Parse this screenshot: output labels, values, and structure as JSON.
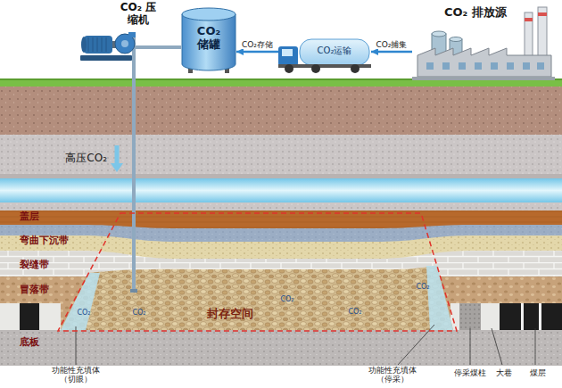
{
  "diagram": {
    "nodes": [
      {
        "text": [
          "CO₂ 压缩机"
        ]
      },
      {
        "text": [
          "CO₂ 储罐"
        ]
      },
      {
        "text": [
          "CO₂运输"
        ]
      },
      {
        "text": [
          "CO₂ 排放源"
        ]
      },
      {
        "text": [
          "封存空间"
        ]
      }
    ],
    "edges": [
      {
        "from": 3,
        "to": 2,
        "arrow": "to",
        "label": "CO₂捕集"
      },
      {
        "from": 2,
        "to": 1,
        "arrow": "to",
        "label": "CO₂存储"
      },
      {
        "from": 1,
        "to": 0,
        "arrow": "none"
      },
      {
        "from": 0,
        "to": 4,
        "arrow": "none"
      }
    ],
    "labels": [
      "高压CO₂",
      "盖层",
      "弯曲下沉带",
      "裂缝带",
      "冒落带",
      "底板",
      "CO₂",
      "CO₂",
      "CO₂",
      "CO₂",
      "CO₂",
      "功能性充填体 （切眼）",
      "功能性充填体 （停采）",
      "停采煤柱",
      "大巷",
      "煤层"
    ]
  }
}
